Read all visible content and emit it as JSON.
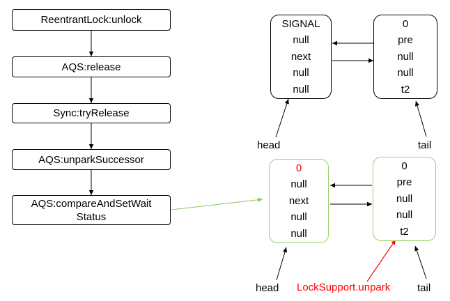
{
  "flow": {
    "steps": [
      "ReentrantLock:unlock",
      "AQS:release",
      "Sync:tryRelease",
      "AQS:unparkSuccessor",
      "AQS:compareAndSetWait Status"
    ]
  },
  "queue_before": {
    "head_node": [
      "SIGNAL",
      "null",
      "next",
      "null",
      "null"
    ],
    "tail_node": [
      "0",
      "pre",
      "null",
      "null",
      "t2"
    ],
    "head_label": "head",
    "tail_label": "tail"
  },
  "queue_after": {
    "head_node": [
      "0",
      "null",
      "next",
      "null",
      "null"
    ],
    "tail_node": [
      "0",
      "pre",
      "null",
      "null",
      "t2"
    ],
    "head_label": "head",
    "tail_label": "tail",
    "unpark_label": "LockSupport.unpark"
  },
  "colors": {
    "changed_value": "#ff0000",
    "updated_node_border": "#9bcf6a",
    "unpark_arrow": "#ff0000",
    "cas_arrow": "#8cc65a"
  }
}
